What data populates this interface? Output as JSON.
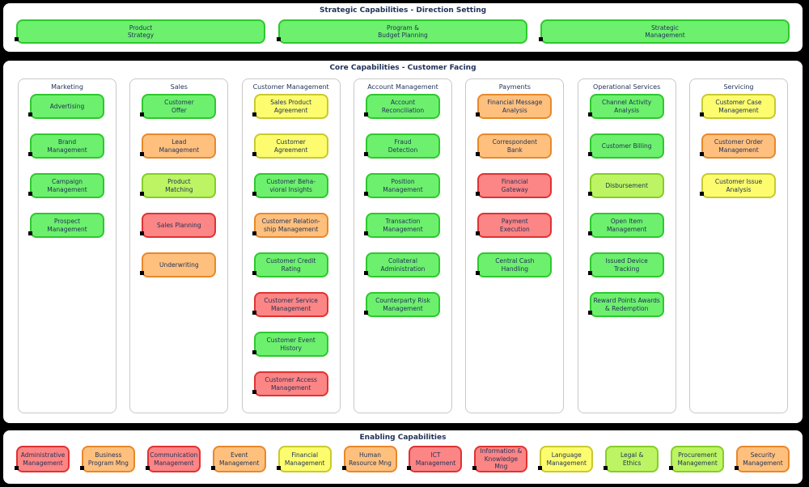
{
  "colors": {
    "text": "#1f3056",
    "green": {
      "fill": "#6df06d",
      "border": "#2ec82e"
    },
    "lightgreen": {
      "fill": "#bdf463",
      "border": "#86cd28"
    },
    "yellow": {
      "fill": "#fcfc6e",
      "border": "#c9c930"
    },
    "orange": {
      "fill": "#ffc07e",
      "border": "#e8882a"
    },
    "red": {
      "fill": "#fc8585",
      "border": "#e03232"
    }
  },
  "strategic": {
    "title": "Strategic Capabilities - Direction Setting",
    "boxes": [
      {
        "label": "Product\nStrategy",
        "color": "green"
      },
      {
        "label": "Program &\nBudget Planning",
        "color": "green"
      },
      {
        "label": "Strategic\nManagement",
        "color": "green"
      }
    ]
  },
  "core": {
    "title": "Core Capabilities - Customer Facing",
    "columns": [
      {
        "title": "Marketing",
        "boxes": [
          {
            "label": "Advertising",
            "color": "green"
          },
          {
            "label": "Brand\nManagement",
            "color": "green"
          },
          {
            "label": "Campaign\nManagement",
            "color": "green"
          },
          {
            "label": "Prospect\nManagement",
            "color": "green"
          }
        ]
      },
      {
        "title": "Sales",
        "boxes": [
          {
            "label": "Customer\nOffer",
            "color": "green"
          },
          {
            "label": "Lead\nManagement",
            "color": "orange"
          },
          {
            "label": "Product\nMatching",
            "color": "lightgreen"
          },
          {
            "label": "Sales Planning",
            "color": "red"
          },
          {
            "label": "Underwriting",
            "color": "orange"
          }
        ]
      },
      {
        "title": "Customer Management",
        "boxes": [
          {
            "label": "Sales Product\nAgreement",
            "color": "yellow"
          },
          {
            "label": "Customer\nAgreement",
            "color": "yellow"
          },
          {
            "label": "Customer Beha-\nvioral Insights",
            "color": "green"
          },
          {
            "label": "Customer Relation-\nship Management",
            "color": "orange"
          },
          {
            "label": "Customer Credit\nRating",
            "color": "green"
          },
          {
            "label": "Customer Service\nManagement",
            "color": "red"
          },
          {
            "label": "Customer Event\nHistory",
            "color": "green"
          },
          {
            "label": "Customer Access\nManagement",
            "color": "red"
          }
        ]
      },
      {
        "title": "Account Management",
        "boxes": [
          {
            "label": "Account\nReconciliation",
            "color": "green"
          },
          {
            "label": "Fraud\nDetection",
            "color": "green"
          },
          {
            "label": "Position\nManagement",
            "color": "green"
          },
          {
            "label": "Transaction\nManagement",
            "color": "green"
          },
          {
            "label": "Collateral\nAdministration",
            "color": "green"
          },
          {
            "label": "Counterparty Risk\nManagement",
            "color": "green"
          }
        ]
      },
      {
        "title": "Payments",
        "boxes": [
          {
            "label": "Financial Message\nAnalysis",
            "color": "orange"
          },
          {
            "label": "Correspondent\nBank",
            "color": "orange"
          },
          {
            "label": "Financial\nGateway",
            "color": "red"
          },
          {
            "label": "Payment\nExecution",
            "color": "red"
          },
          {
            "label": "Central Cash\nHandling",
            "color": "green"
          }
        ]
      },
      {
        "title": "Operational Services",
        "boxes": [
          {
            "label": "Channel Activity\nAnalysis",
            "color": "green"
          },
          {
            "label": "Customer Billing",
            "color": "green"
          },
          {
            "label": "Disbursement",
            "color": "lightgreen"
          },
          {
            "label": "Open Item\nManagement",
            "color": "green"
          },
          {
            "label": "Issued Device\nTracking",
            "color": "green"
          },
          {
            "label": "Reward Points Awards\n& Redemption",
            "color": "green"
          }
        ]
      },
      {
        "title": "Servicing",
        "boxes": [
          {
            "label": "Customer Case\nManagement",
            "color": "yellow"
          },
          {
            "label": "Customer Order\nManagement",
            "color": "orange"
          },
          {
            "label": "Customer Issue\nAnalysis",
            "color": "yellow"
          }
        ]
      }
    ]
  },
  "enabling": {
    "title": "Enabling Capabilities",
    "boxes": [
      {
        "label": "Administrative\nManagement",
        "color": "red"
      },
      {
        "label": "Business\nProgram Mng",
        "color": "orange"
      },
      {
        "label": "Communication\nManagement",
        "color": "red"
      },
      {
        "label": "Event\nManagement",
        "color": "orange"
      },
      {
        "label": "Financial\nManagement",
        "color": "yellow"
      },
      {
        "label": "Human\nResource Mng",
        "color": "orange"
      },
      {
        "label": "ICT\nManagement",
        "color": "red"
      },
      {
        "label": "Information &\nKnowledge Mng",
        "color": "red"
      },
      {
        "label": "Language\nManagement",
        "color": "yellow"
      },
      {
        "label": "Legal &\nEthics",
        "color": "lightgreen"
      },
      {
        "label": "Procurement\nManagement",
        "color": "lightgreen"
      },
      {
        "label": "Security\nManagement",
        "color": "orange"
      }
    ]
  }
}
